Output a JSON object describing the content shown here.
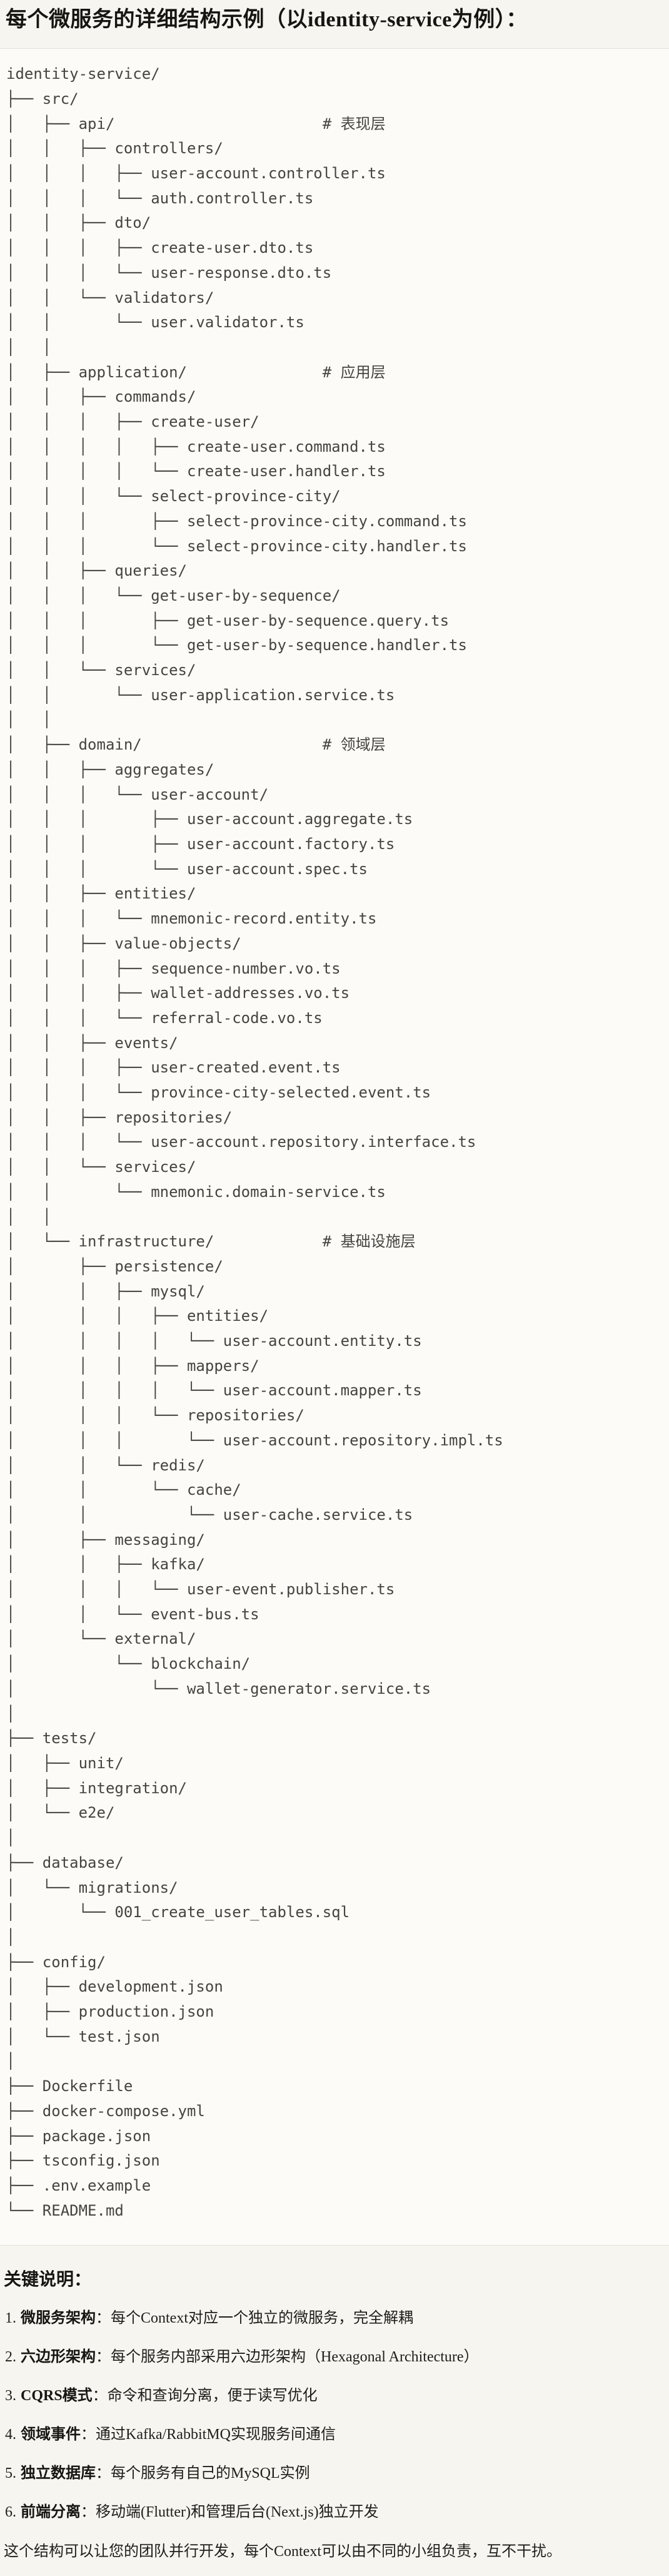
{
  "colors": {
    "page_background": "#F7F5F0",
    "code_background": "#FCFBF8",
    "code_border": "#E4E2DA",
    "heading_text": "#171511",
    "code_text": "#45443E"
  },
  "title": "每个微服务的详细结构示例（以identity-service为例）：",
  "code_block": {
    "lines": [
      "identity-service/",
      "├── src/",
      "│   ├── api/                       # 表现层",
      "│   │   ├── controllers/",
      "│   │   │   ├── user-account.controller.ts",
      "│   │   │   └── auth.controller.ts",
      "│   │   ├── dto/",
      "│   │   │   ├── create-user.dto.ts",
      "│   │   │   └── user-response.dto.ts",
      "│   │   └── validators/",
      "│   │       └── user.validator.ts",
      "│   │",
      "│   ├── application/               # 应用层",
      "│   │   ├── commands/",
      "│   │   │   ├── create-user/",
      "│   │   │   │   ├── create-user.command.ts",
      "│   │   │   │   └── create-user.handler.ts",
      "│   │   │   └── select-province-city/",
      "│   │   │       ├── select-province-city.command.ts",
      "│   │   │       └── select-province-city.handler.ts",
      "│   │   ├── queries/",
      "│   │   │   └── get-user-by-sequence/",
      "│   │   │       ├── get-user-by-sequence.query.ts",
      "│   │   │       └── get-user-by-sequence.handler.ts",
      "│   │   └── services/",
      "│   │       └── user-application.service.ts",
      "│   │",
      "│   ├── domain/                    # 领域层",
      "│   │   ├── aggregates/",
      "│   │   │   └── user-account/",
      "│   │   │       ├── user-account.aggregate.ts",
      "│   │   │       ├── user-account.factory.ts",
      "│   │   │       └── user-account.spec.ts",
      "│   │   ├── entities/",
      "│   │   │   └── mnemonic-record.entity.ts",
      "│   │   ├── value-objects/",
      "│   │   │   ├── sequence-number.vo.ts",
      "│   │   │   ├── wallet-addresses.vo.ts",
      "│   │   │   └── referral-code.vo.ts",
      "│   │   ├── events/",
      "│   │   │   ├── user-created.event.ts",
      "│   │   │   └── province-city-selected.event.ts",
      "│   │   ├── repositories/",
      "│   │   │   └── user-account.repository.interface.ts",
      "│   │   └── services/",
      "│   │       └── mnemonic.domain-service.ts",
      "│   │",
      "│   └── infrastructure/            # 基础设施层",
      "│       ├── persistence/",
      "│       │   ├── mysql/",
      "│       │   │   ├── entities/",
      "│       │   │   │   └── user-account.entity.ts",
      "│       │   │   ├── mappers/",
      "│       │   │   │   └── user-account.mapper.ts",
      "│       │   │   └── repositories/",
      "│       │   │       └── user-account.repository.impl.ts",
      "│       │   └── redis/",
      "│       │       └── cache/",
      "│       │           └── user-cache.service.ts",
      "│       ├── messaging/",
      "│       │   ├── kafka/",
      "│       │   │   └── user-event.publisher.ts",
      "│       │   └── event-bus.ts",
      "│       └── external/",
      "│           └── blockchain/",
      "│               └── wallet-generator.service.ts",
      "│",
      "├── tests/",
      "│   ├── unit/",
      "│   ├── integration/",
      "│   └── e2e/",
      "│",
      "├── database/",
      "│   └── migrations/",
      "│       └── 001_create_user_tables.sql",
      "│",
      "├── config/",
      "│   ├── development.json",
      "│   ├── production.json",
      "│   └── test.json",
      "│",
      "├── Dockerfile",
      "├── docker-compose.yml",
      "├── package.json",
      "├── tsconfig.json",
      "├── .env.example",
      "└── README.md"
    ]
  },
  "notes": {
    "heading": "关键说明：",
    "items": [
      {
        "num": "1.",
        "label": "微服务架构",
        "text": "：每个Context对应一个独立的微服务，完全解耦"
      },
      {
        "num": "2.",
        "label": "六边形架构",
        "text": "：每个服务内部采用六边形架构（Hexagonal Architecture）"
      },
      {
        "num": "3.",
        "label": "CQRS模式",
        "text": "：命令和查询分离，便于读写优化"
      },
      {
        "num": "4.",
        "label": "领域事件",
        "text": "：通过Kafka/RabbitMQ实现服务间通信"
      },
      {
        "num": "5.",
        "label": "独立数据库",
        "text": "：每个服务有自己的MySQL实例"
      },
      {
        "num": "6.",
        "label": "前端分离",
        "text": "：移动端(Flutter)和管理后台(Next.js)独立开发"
      }
    ],
    "footer": "这个结构可以让您的团队并行开发，每个Context可以由不同的小组负责，互不干扰。"
  }
}
